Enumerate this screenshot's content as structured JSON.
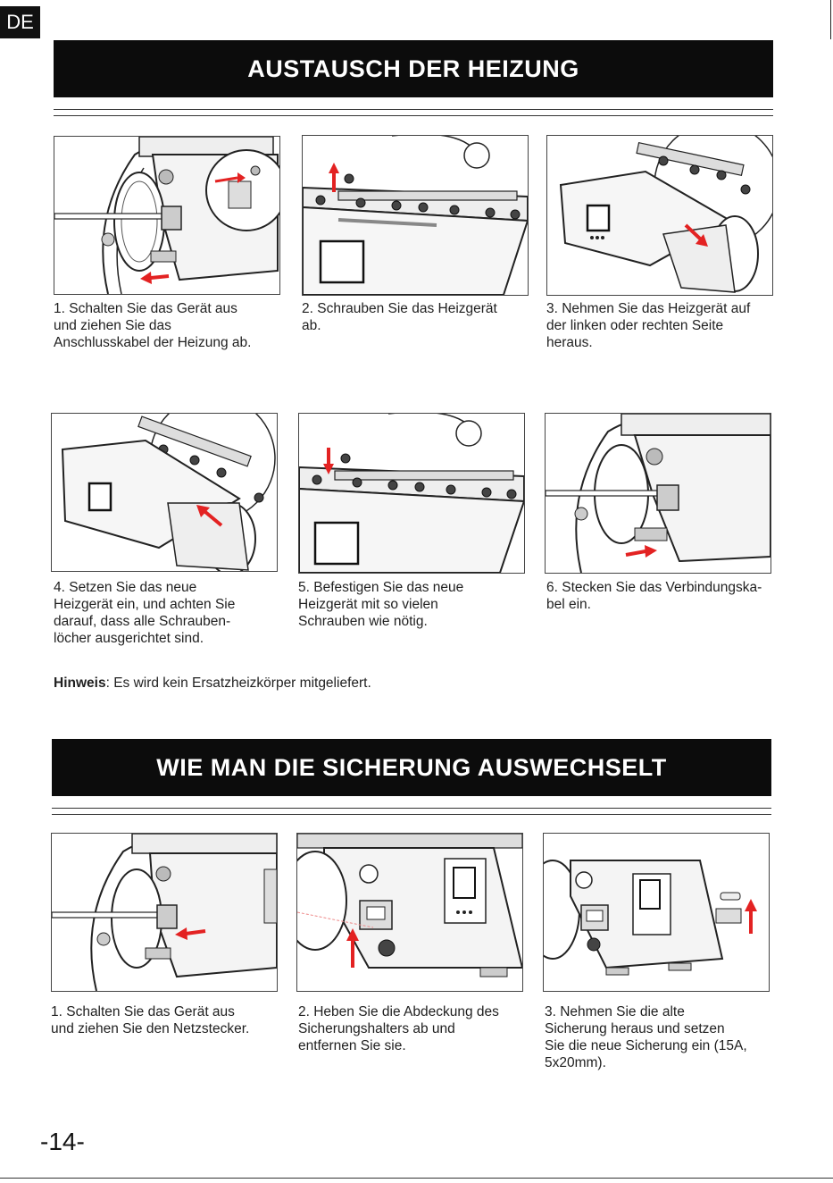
{
  "lang": "DE",
  "heater": {
    "title": "AUSTAUSCH DER HEIZUNG",
    "steps": [
      "1. Schalten Sie das Gerät aus\nund ziehen Sie das\nAnschlusskabel der Heizung ab.",
      "2. Schrauben Sie das Heizgerät\nab.",
      "3. Nehmen Sie das Heizgerät auf\nder linken oder rechten Seite\nheraus.",
      "4. Setzen Sie das neue\nHeizgerät ein, und achten Sie\ndarauf, dass alle Schrauben-\nlöcher ausgerichtet sind.",
      "5. Befestigen Sie das neue\nHeizgerät mit so vielen\nSchrauben wie nötig.",
      "6. Stecken Sie das Verbindungska-\nbel ein."
    ],
    "note_label": "Hinweis",
    "note_text": ": Es wird kein Ersatzheizkörper mitgeliefert."
  },
  "fuse": {
    "title": "WIE MAN DIE SICHERUNG AUSWECHSELT",
    "steps": [
      "1. Schalten Sie das Gerät aus\nund ziehen Sie den Netzstecker.",
      "2. Heben Sie die Abdeckung des\nSicherungshalters ab und\nentfernen Sie sie.",
      "3. Nehmen Sie die alte\nSicherung heraus und setzen\nSie die neue Sicherung ein (15A,\n5x20mm)."
    ]
  },
  "page_number": "-14-",
  "colors": {
    "banner": "#0c0c0c",
    "arrow": "#e32222",
    "line": "#222222"
  }
}
